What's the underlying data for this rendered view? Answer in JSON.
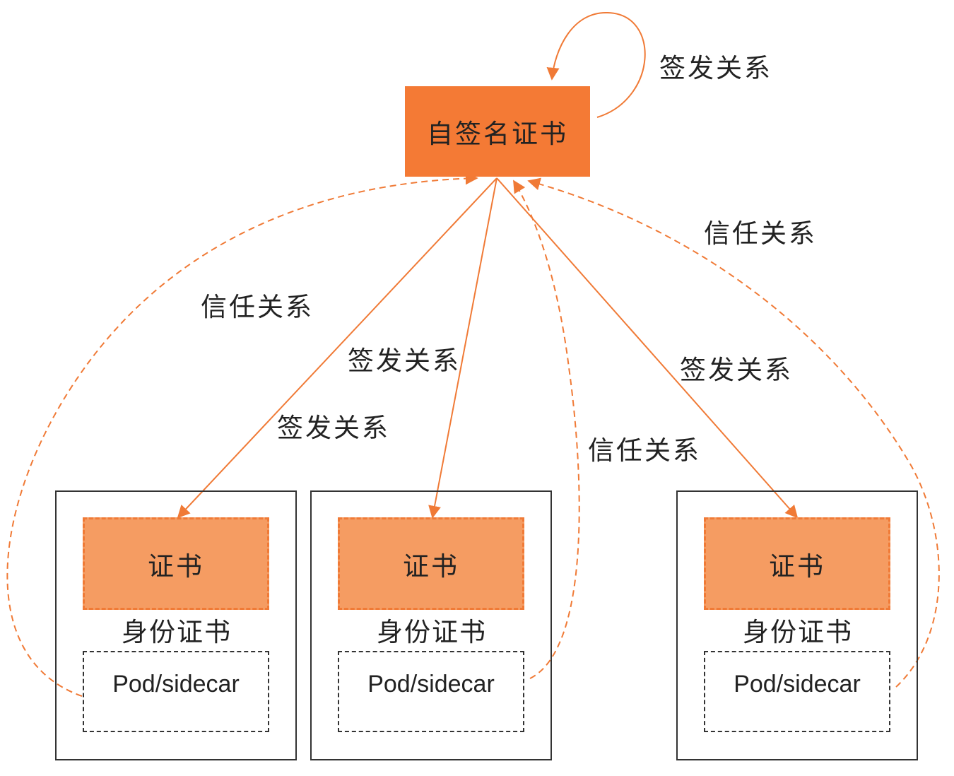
{
  "colors": {
    "root_fill": "#f47a35",
    "cert_fill": "#f59c62",
    "cert_border": "#f07a36",
    "edge": "#f07a36",
    "pod_border": "#333333",
    "text": "#222222"
  },
  "root": {
    "label": "自签名证书"
  },
  "labels": {
    "self_sign": "签发关系",
    "trust_left": "信任关系",
    "sign_mid_upper": "签发关系",
    "sign_mid_lower": "签发关系",
    "trust_middle": "信任关系",
    "trust_right": "信任关系",
    "sign_right": "签发关系"
  },
  "pods": [
    {
      "cert_label": "证书",
      "identity_label": "身份证书",
      "pod_label": "Pod/sidecar"
    },
    {
      "cert_label": "证书",
      "identity_label": "身份证书",
      "pod_label": "Pod/sidecar"
    },
    {
      "cert_label": "证书",
      "identity_label": "身份证书",
      "pod_label": "Pod/sidecar"
    }
  ],
  "edges": [
    {
      "type": "issue",
      "from": "root",
      "to": "root",
      "style": "solid"
    },
    {
      "type": "issue",
      "from": "root",
      "to": "pods.0.cert",
      "style": "solid"
    },
    {
      "type": "issue",
      "from": "root",
      "to": "pods.1.cert",
      "style": "solid"
    },
    {
      "type": "issue",
      "from": "root",
      "to": "pods.2.cert",
      "style": "solid"
    },
    {
      "type": "trust",
      "from": "pods.0.pod",
      "to": "root",
      "style": "dashed"
    },
    {
      "type": "trust",
      "from": "pods.1.pod",
      "to": "root",
      "style": "dashed"
    },
    {
      "type": "trust",
      "from": "pods.2.pod",
      "to": "root",
      "style": "dashed"
    }
  ]
}
